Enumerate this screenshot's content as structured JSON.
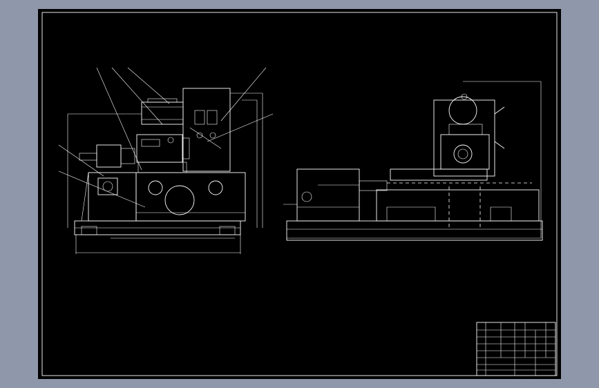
{
  "drawing": {
    "background": "#000000",
    "frame_background": "#8f98aa",
    "line_color": "#ffffff",
    "views": [
      "front-view",
      "side-view"
    ],
    "leader_count": 6,
    "title_block_visible": true
  }
}
